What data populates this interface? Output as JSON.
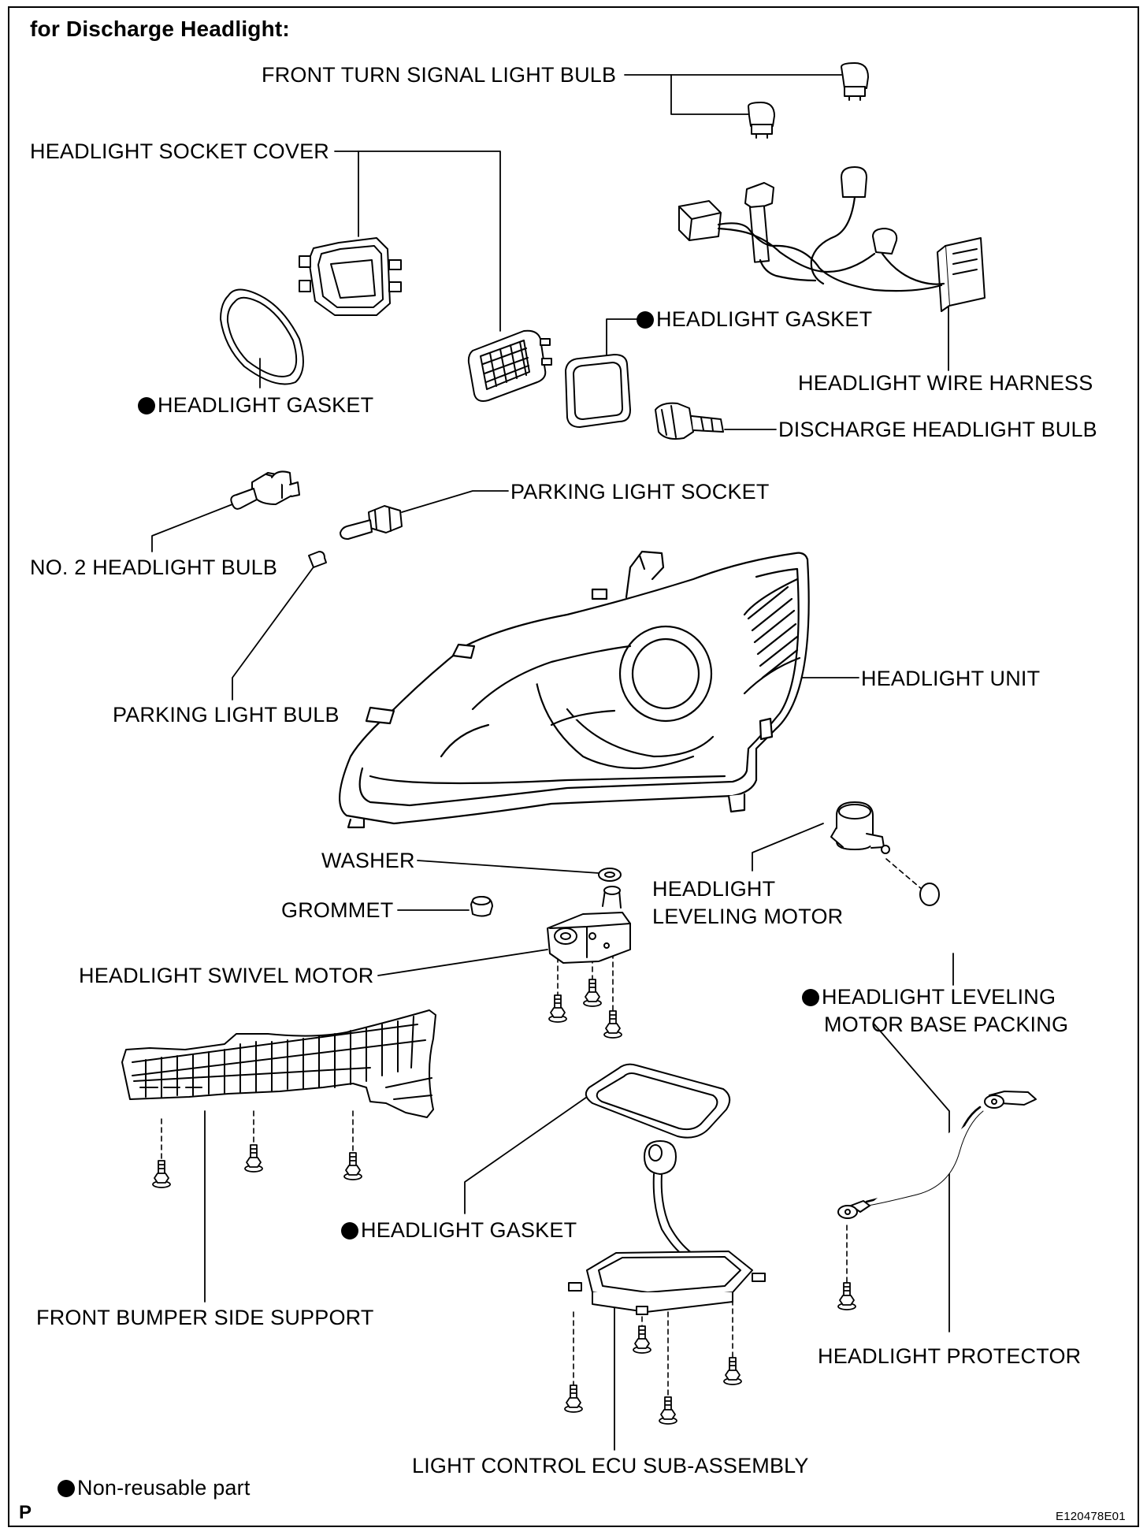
{
  "title": "for Discharge Headlight:",
  "labels": {
    "front_turn_signal_bulb": "FRONT TURN SIGNAL LIGHT BULB",
    "headlight_socket_cover": "HEADLIGHT SOCKET COVER",
    "headlight_gasket_upper_right": "HEADLIGHT GASKET",
    "headlight_wire_harness": "HEADLIGHT WIRE HARNESS",
    "headlight_gasket_upper_left": "HEADLIGHT GASKET",
    "discharge_headlight_bulb": "DISCHARGE HEADLIGHT BULB",
    "parking_light_socket": "PARKING LIGHT SOCKET",
    "no2_headlight_bulb": "NO. 2 HEADLIGHT BULB",
    "headlight_unit": "HEADLIGHT UNIT",
    "parking_light_bulb": "PARKING LIGHT BULB",
    "washer": "WASHER",
    "headlight_leveling_motor_1": "HEADLIGHT",
    "headlight_leveling_motor_2": "LEVELING MOTOR",
    "grommet": "GROMMET",
    "headlight_swivel_motor": "HEADLIGHT SWIVEL MOTOR",
    "leveling_motor_base_packing_1": "HEADLIGHT LEVELING",
    "leveling_motor_base_packing_2": "MOTOR BASE PACKING",
    "headlight_gasket_lower": "HEADLIGHT GASKET",
    "front_bumper_side_support": "FRONT BUMPER SIDE SUPPORT",
    "headlight_protector": "HEADLIGHT PROTECTOR",
    "light_control_ecu": "LIGHT CONTROL ECU SUB-ASSEMBLY"
  },
  "legend": {
    "non_reusable": "Non-reusable part"
  },
  "footer": {
    "page_mark": "P",
    "figure_code": "E120478E01"
  }
}
